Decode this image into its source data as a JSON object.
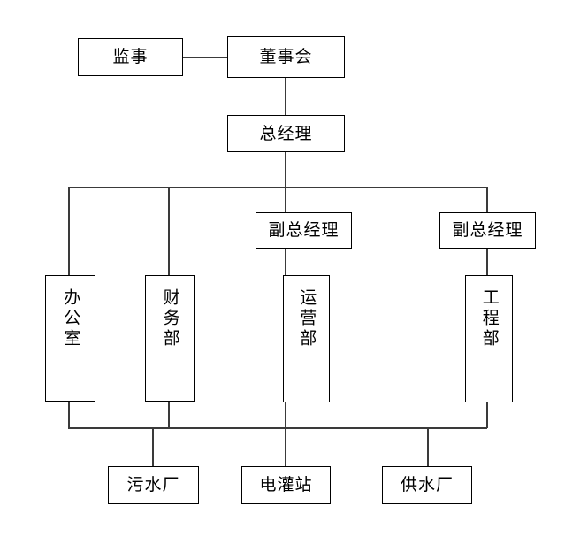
{
  "chart_data": {
    "type": "diagram",
    "diagram_type": "organization-chart",
    "title": "",
    "orientation": "top-down",
    "nodes": [
      {
        "id": "supervisor",
        "label": "监事",
        "text_direction": "horizontal",
        "level": 0
      },
      {
        "id": "board",
        "label": "董事会",
        "text_direction": "horizontal",
        "level": 0
      },
      {
        "id": "gm",
        "label": "总经理",
        "text_direction": "horizontal",
        "level": 1
      },
      {
        "id": "dgm1",
        "label": "副总经理",
        "text_direction": "horizontal",
        "level": 2
      },
      {
        "id": "dgm2",
        "label": "副总经理",
        "text_direction": "horizontal",
        "level": 2
      },
      {
        "id": "office",
        "label": "办公室",
        "text_direction": "vertical",
        "level": 3
      },
      {
        "id": "finance",
        "label": "财务部",
        "text_direction": "vertical",
        "level": 3
      },
      {
        "id": "operations",
        "label": "运营部",
        "text_direction": "vertical",
        "level": 3
      },
      {
        "id": "engineering",
        "label": "工程部",
        "text_direction": "vertical",
        "level": 3
      },
      {
        "id": "sewage",
        "label": "污水厂",
        "text_direction": "horizontal",
        "level": 4
      },
      {
        "id": "irrigation",
        "label": "电灌站",
        "text_direction": "horizontal",
        "level": 4
      },
      {
        "id": "watersupply",
        "label": "供水厂",
        "text_direction": "horizontal",
        "level": 4
      }
    ],
    "edges": [
      {
        "from": "supervisor",
        "to": "board",
        "style": "horizontal-link"
      },
      {
        "from": "board",
        "to": "gm",
        "style": "vertical-link"
      },
      {
        "from": "gm",
        "to": "office",
        "style": "bus"
      },
      {
        "from": "gm",
        "to": "finance",
        "style": "bus"
      },
      {
        "from": "gm",
        "to": "dgm1",
        "style": "bus"
      },
      {
        "from": "gm",
        "to": "dgm2",
        "style": "bus"
      },
      {
        "from": "dgm1",
        "to": "operations",
        "style": "vertical-link"
      },
      {
        "from": "dgm2",
        "to": "engineering",
        "style": "vertical-link"
      },
      {
        "from": "office",
        "to": "sewage",
        "style": "bus"
      },
      {
        "from": "finance",
        "to": "irrigation",
        "style": "bus"
      },
      {
        "from": "operations",
        "to": "watersupply",
        "style": "bus"
      },
      {
        "from": "engineering",
        "to": "watersupply",
        "style": "bus"
      }
    ],
    "colors": {
      "node_border": "#000000",
      "node_fill": "#ffffff",
      "edge": "#3a3a3a",
      "text": "#000000",
      "background": "#ffffff"
    }
  },
  "nodes": {
    "supervisor": "监事",
    "board": "董事会",
    "gm": "总经理",
    "dgm1": "副总经理",
    "dgm2": "副总经理",
    "office": "办公室",
    "finance": "财务部",
    "operations": "运营部",
    "engineering": "工程部",
    "sewage": "污水厂",
    "irrigation": "电灌站",
    "watersupply": "供水厂"
  }
}
